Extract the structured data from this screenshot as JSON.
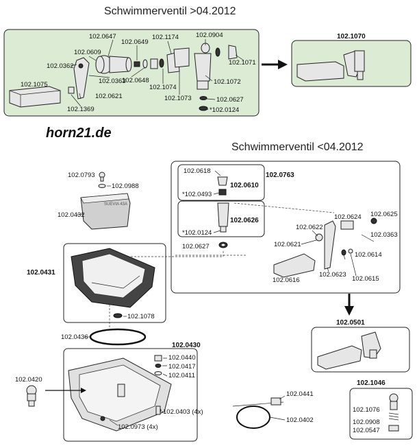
{
  "titles": {
    "new_valve": "Schwimmerventil >04.2012",
    "old_valve": "Schwimmerventil <04.2012",
    "brand": "horn21.de"
  },
  "top_group": {
    "assembly": "102.1070",
    "parts": [
      "102.0647",
      "102.0649",
      "102.1174",
      "102.0904",
      "102.0609",
      "102.0362",
      "102.1071",
      "102.0363",
      "102.0648",
      "102.1074",
      "102.1072",
      "102.1075",
      "102.0621",
      "102.1073",
      "102.0627",
      "102.1369",
      "*102.0124"
    ]
  },
  "old_group": {
    "assembly": "102.0763",
    "sub_a": {
      "label": "102.0610",
      "parts": [
        "102.0618",
        "*102.0493"
      ]
    },
    "sub_b": {
      "label": "102.0626",
      "parts": [
        "*102.0124"
      ]
    },
    "parts": [
      "102.0627",
      "102.0624",
      "102.0625",
      "102.0622",
      "102.0363",
      "102.0621",
      "102.0614",
      "102.0616",
      "102.0623",
      "102.0615"
    ],
    "result": "102.0501"
  },
  "cover": {
    "screw": "102.0793",
    "washer": "102.0988",
    "cover": "102.0432",
    "stamp": "SUEVIA 43A"
  },
  "bowl": {
    "assembly": "102.0431",
    "part": "102.1078",
    "gasket": "102.0436"
  },
  "base": {
    "assembly": "102.0430",
    "parts": [
      "102.0440",
      "102.0417",
      "102.0411",
      "102.0403 (4x)",
      "102.0973 (4x)"
    ],
    "nipple": "102.0420"
  },
  "clip": {
    "parts": [
      "102.0441",
      "102.0402"
    ]
  },
  "small_kit": {
    "assembly": "102.1046",
    "parts": [
      "102.1076",
      "102.0908",
      "102.0547"
    ]
  }
}
